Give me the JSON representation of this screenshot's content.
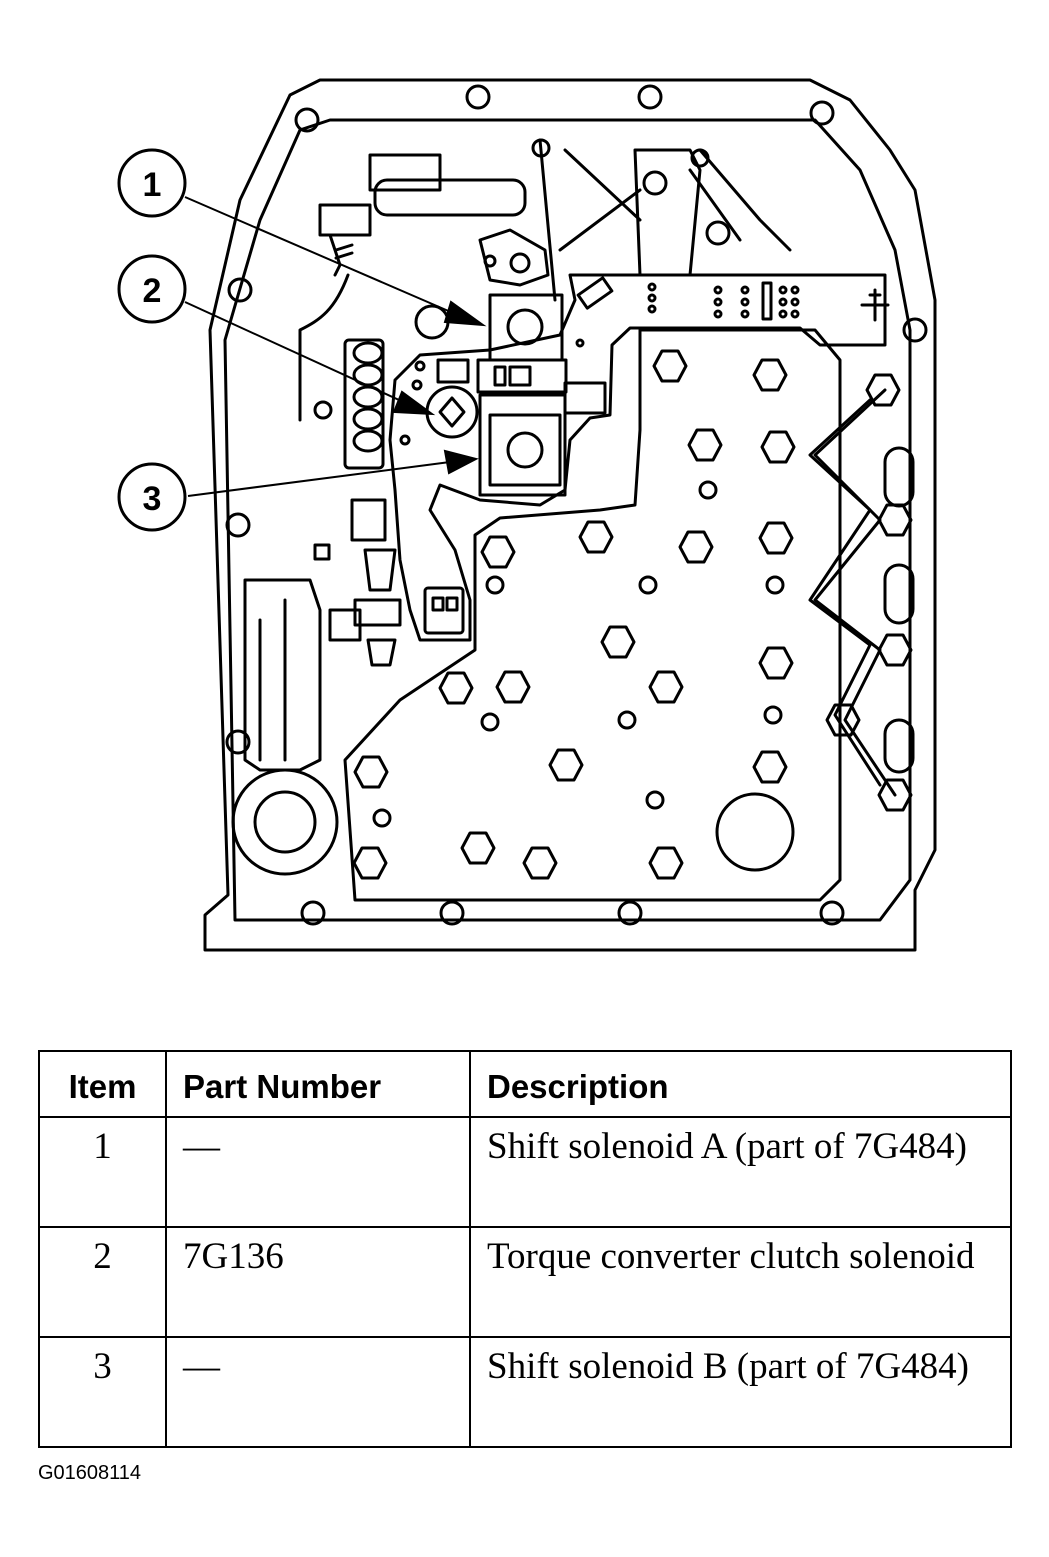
{
  "callouts": [
    "1",
    "2",
    "3"
  ],
  "table": {
    "headers": [
      "Item",
      "Part Number",
      "Description"
    ],
    "rows": [
      {
        "item": "1",
        "part_number": "—",
        "description": "Shift solenoid A (part of 7G484)"
      },
      {
        "item": "2",
        "part_number": "7G136",
        "description": "Torque converter clutch solenoid"
      },
      {
        "item": "3",
        "part_number": "—",
        "description": "Shift solenoid B (part of 7G484)"
      }
    ]
  },
  "figure_id": "G01608114"
}
